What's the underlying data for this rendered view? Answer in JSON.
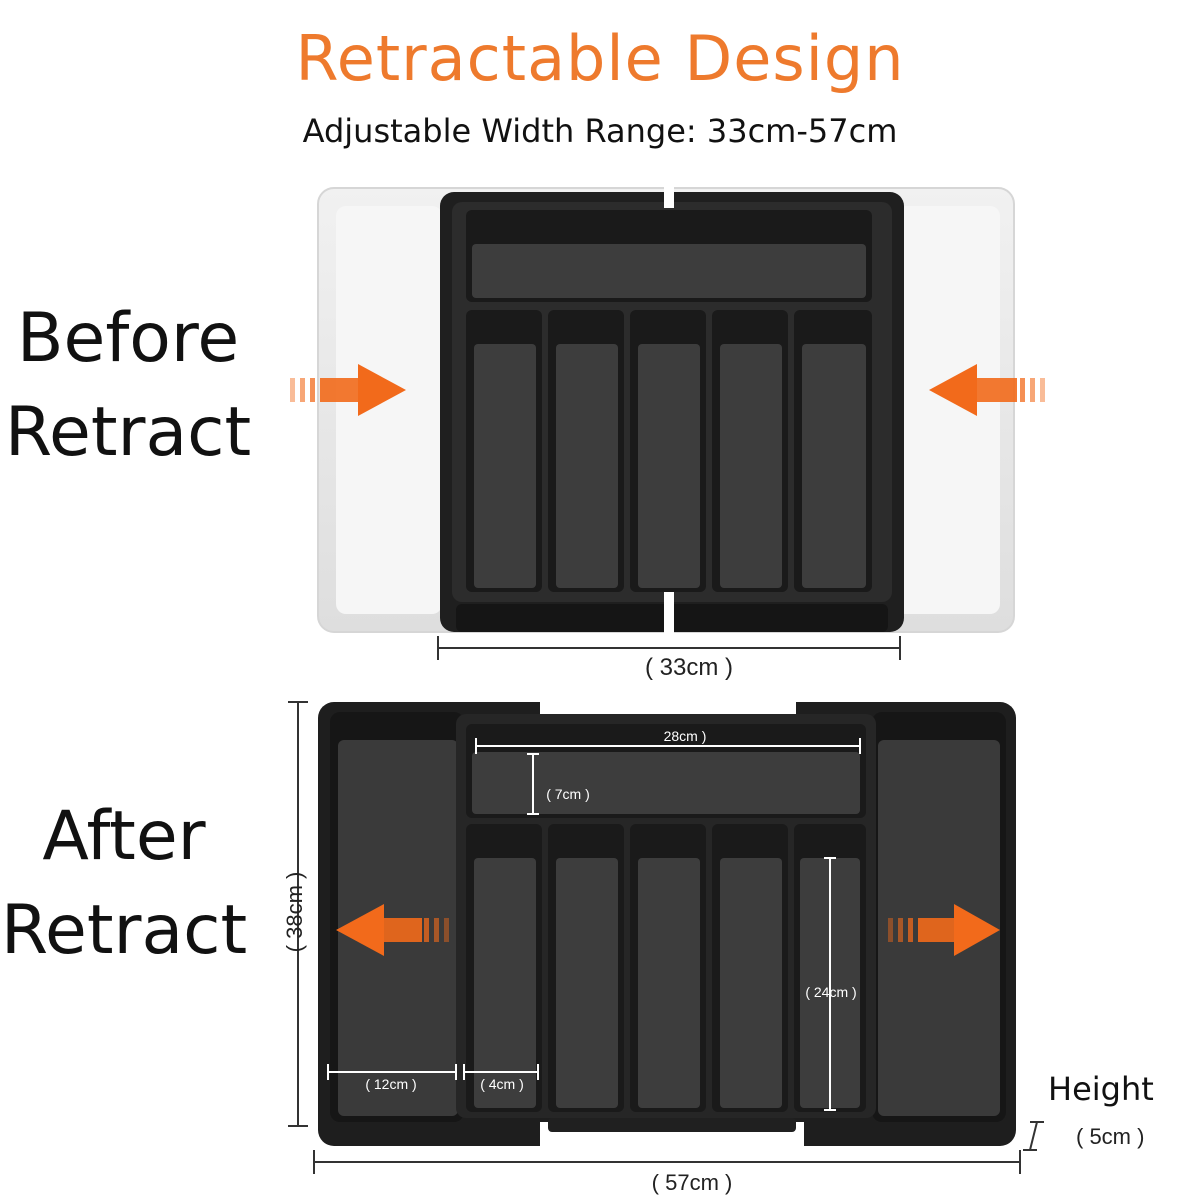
{
  "header": {
    "title": "Retractable Design",
    "subtitle": "Adjustable Width Range: 33cm-57cm"
  },
  "before": {
    "label_line1": "Before",
    "label_line2": "Retract",
    "width_label": "( 33cm )"
  },
  "after": {
    "label_line1": "After",
    "label_line2": "Retract",
    "width_label": "( 57cm )",
    "depth_label": "( 38cm )",
    "top_compartment_width": "28cm )",
    "top_compartment_depth": "( 7cm )",
    "slot_length": "( 24cm )",
    "side_compartment_width": "( 12cm )",
    "slot_width": "( 4cm )",
    "height_title": "Height",
    "height_value": "( 5cm )"
  },
  "colors": {
    "accent": "#ee7a2d",
    "arrow": "#f26a1b",
    "tray_dark": "#242424",
    "tray_inner": "#3a3a3a",
    "ghost_tray": "#e9e9e9"
  }
}
